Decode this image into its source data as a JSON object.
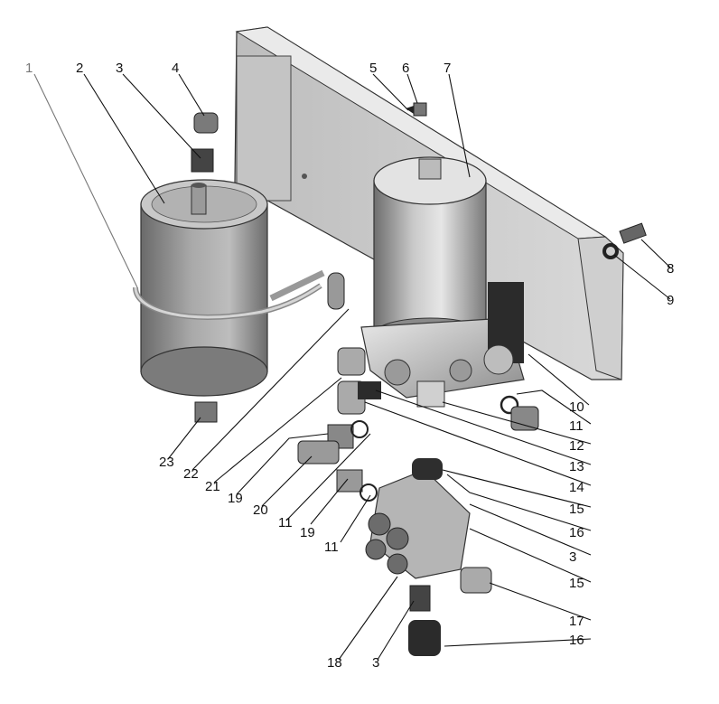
{
  "diagram": {
    "callouts": [
      {
        "id": "c1",
        "text": "1"
      },
      {
        "id": "c2",
        "text": "2"
      },
      {
        "id": "c3a",
        "text": "3"
      },
      {
        "id": "c4",
        "text": "4"
      },
      {
        "id": "c5",
        "text": "5"
      },
      {
        "id": "c6",
        "text": "6"
      },
      {
        "id": "c7",
        "text": "7"
      },
      {
        "id": "c8",
        "text": "8"
      },
      {
        "id": "c9",
        "text": "9"
      },
      {
        "id": "c10",
        "text": "10"
      },
      {
        "id": "c11a",
        "text": "11"
      },
      {
        "id": "c12",
        "text": "12"
      },
      {
        "id": "c13",
        "text": "13"
      },
      {
        "id": "c14",
        "text": "14"
      },
      {
        "id": "c15a",
        "text": "15"
      },
      {
        "id": "c16a",
        "text": "16"
      },
      {
        "id": "c3b",
        "text": "3"
      },
      {
        "id": "c15b",
        "text": "15"
      },
      {
        "id": "c17",
        "text": "17"
      },
      {
        "id": "c16b",
        "text": "16"
      },
      {
        "id": "c3c",
        "text": "3"
      },
      {
        "id": "c18",
        "text": "18"
      },
      {
        "id": "c11b",
        "text": "11"
      },
      {
        "id": "c19b",
        "text": "19"
      },
      {
        "id": "c11c",
        "text": "11"
      },
      {
        "id": "c20",
        "text": "20"
      },
      {
        "id": "c19a",
        "text": "19"
      },
      {
        "id": "c21",
        "text": "21"
      },
      {
        "id": "c22",
        "text": "22"
      },
      {
        "id": "c23",
        "text": "23"
      }
    ]
  }
}
